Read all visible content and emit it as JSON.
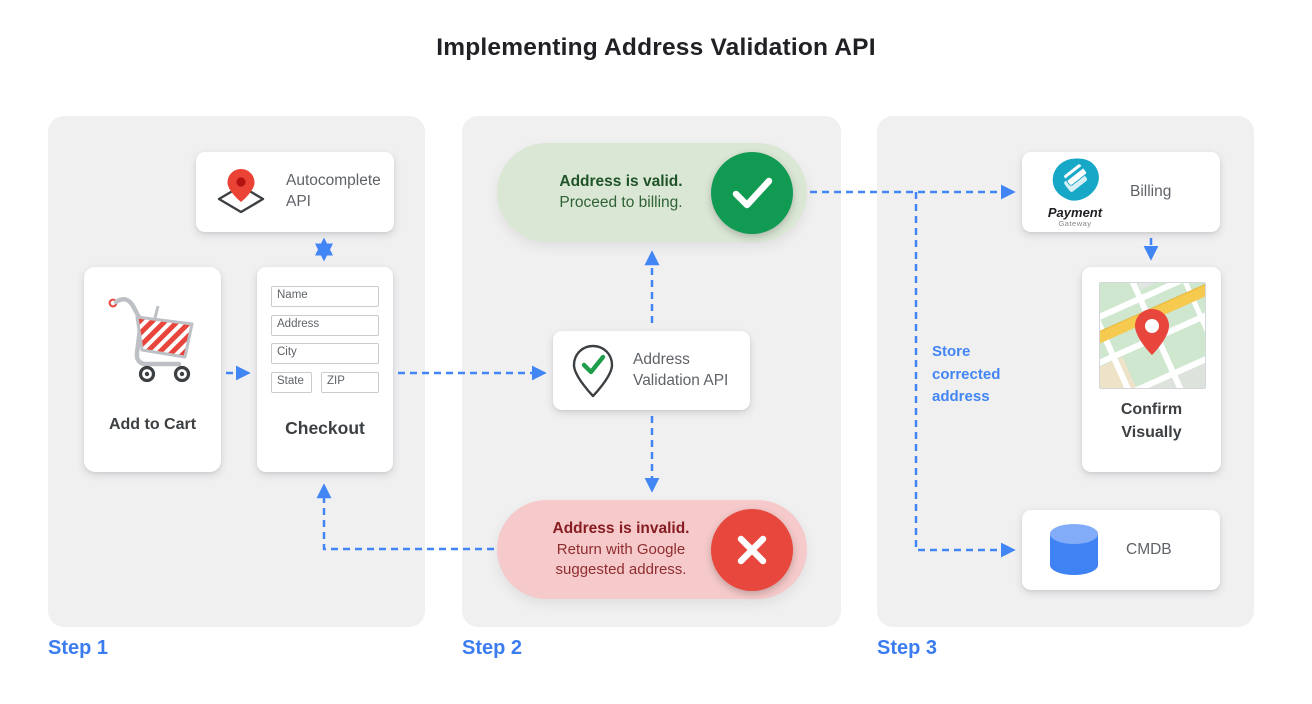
{
  "title": "Implementing Address Validation API",
  "steps": {
    "step1": "Step 1",
    "step2": "Step 2",
    "step3": "Step 3"
  },
  "step1": {
    "autocomplete": {
      "label": "Autocomplete API"
    },
    "add_to_cart": {
      "label": "Add to Cart"
    },
    "checkout": {
      "label": "Checkout",
      "fields": {
        "name": "Name",
        "address": "Address",
        "city": "City",
        "state": "State",
        "zip": "ZIP"
      }
    }
  },
  "step2": {
    "valid": {
      "title": "Address is valid.",
      "subtitle": "Proceed to billing."
    },
    "validation_api": {
      "label": "Address Validation API"
    },
    "invalid": {
      "title": "Address is invalid.",
      "subtitle": "Return with Google suggested address."
    }
  },
  "step3": {
    "billing": {
      "label": "Billing",
      "logo_title": "Payment",
      "logo_subtitle": "Gateway"
    },
    "confirm": {
      "label": "Confirm Visually"
    },
    "cmdb": {
      "label": "CMDB"
    },
    "note": "Store corrected address"
  },
  "icons": {
    "autocomplete": "map-pin-diamond-icon",
    "add_to_cart": "shopping-cart-icon",
    "validation_api": "pin-checkmark-icon",
    "valid": "checkmark-circle-icon",
    "invalid": "x-circle-icon",
    "billing": "payment-gateway-logo",
    "confirm": "map-with-pin-icon",
    "cmdb": "database-cylinder-icon"
  },
  "colors": {
    "arrow_blue": "#4285f4",
    "step_label_blue": "#3b7df0",
    "valid_green": "#109a52",
    "invalid_red": "#e8473d",
    "pill_green_bg": "#dbe7d5",
    "pill_red_bg": "#f6caca",
    "panel_gray": "#f0f0f1",
    "logo_teal": "#17a7c7",
    "pin_red": "#ea4335"
  }
}
